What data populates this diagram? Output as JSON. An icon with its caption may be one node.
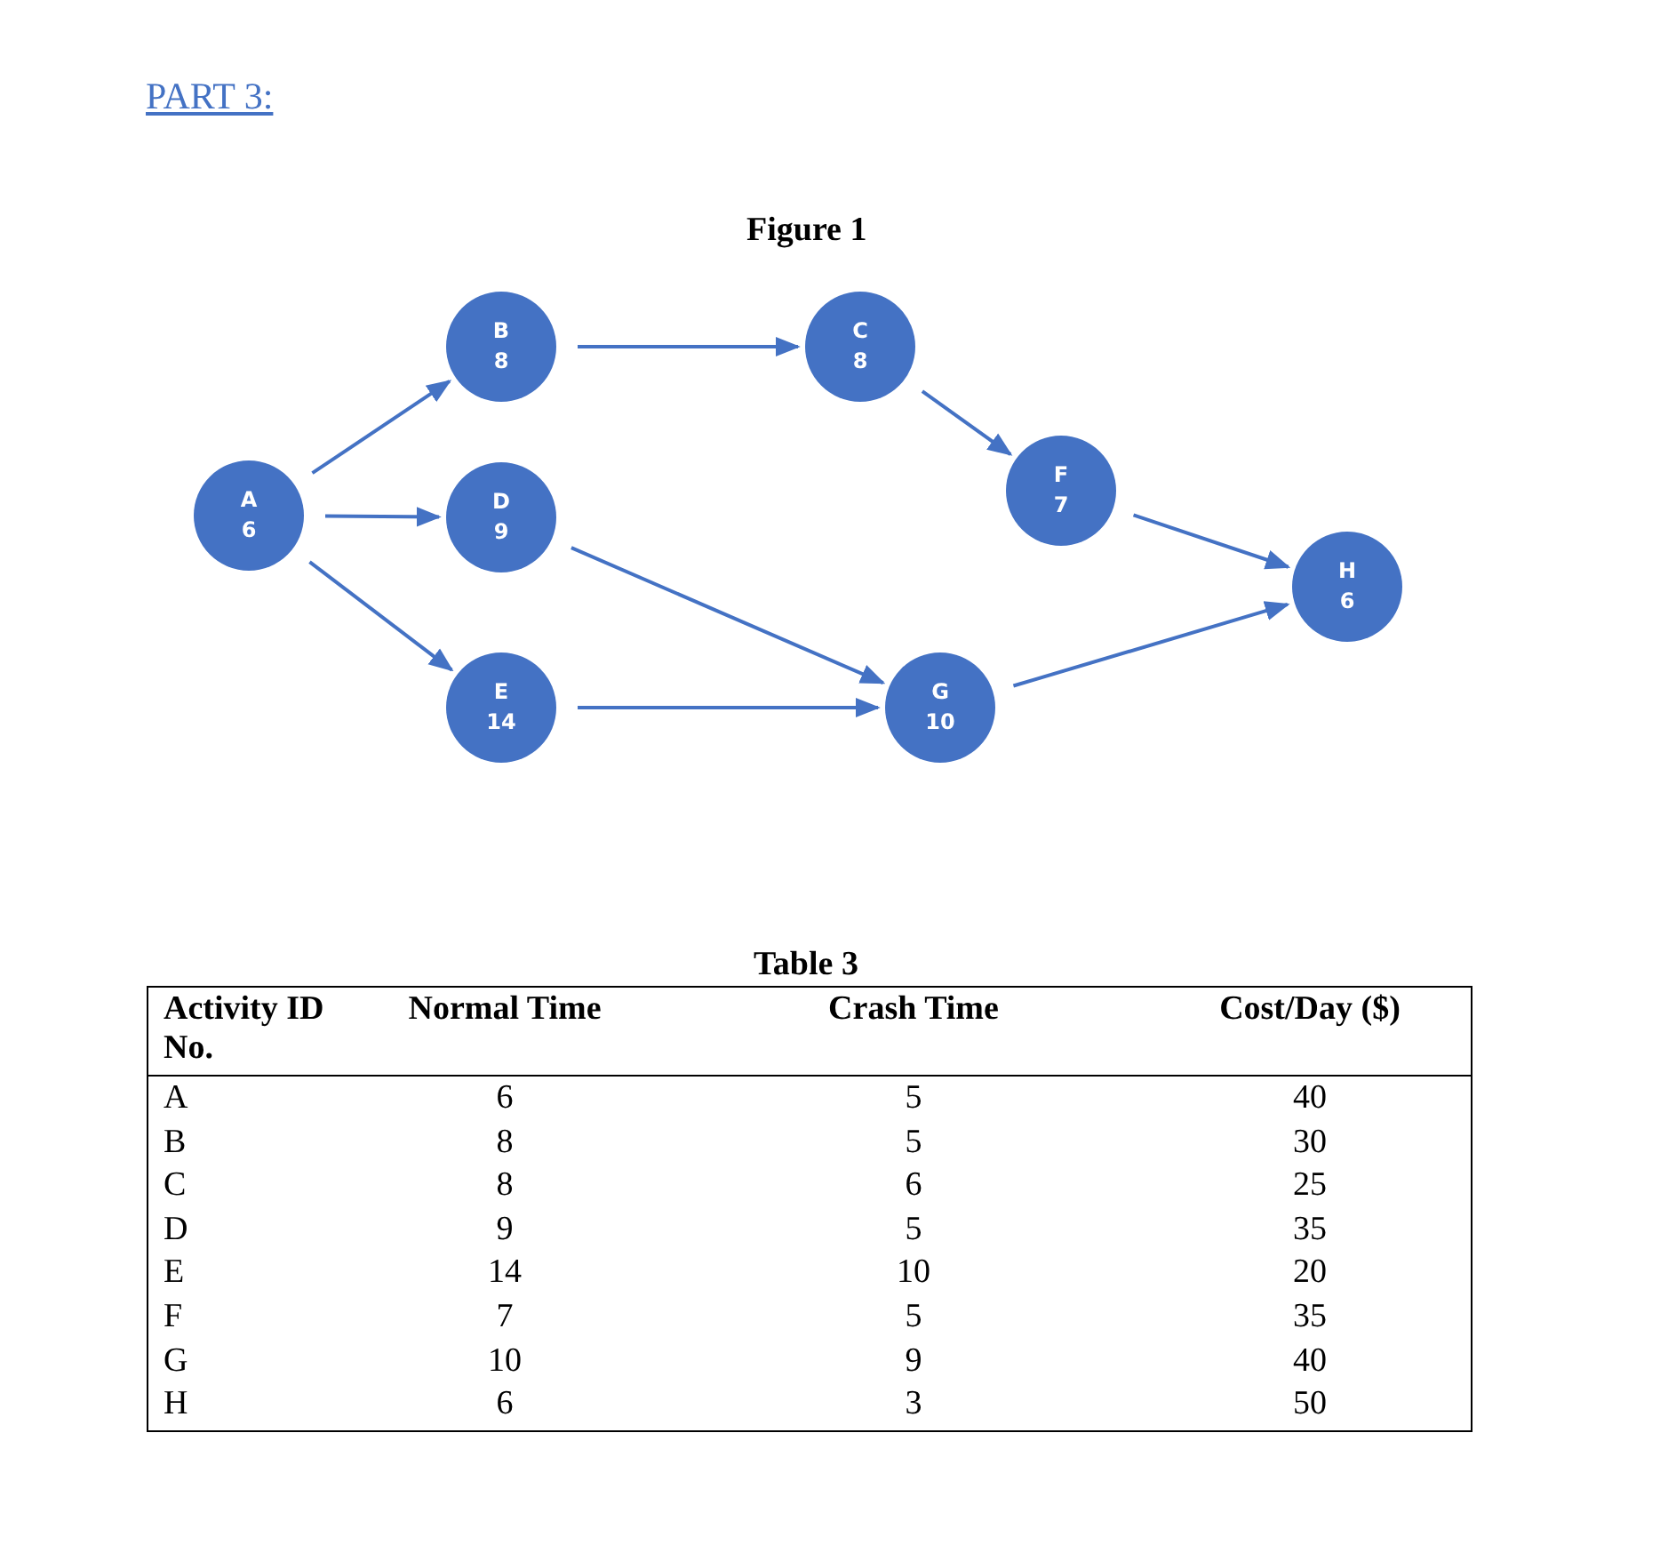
{
  "diagram": {
    "title": "PART 3:",
    "nodes": [
      {
        "text": [
          "A",
          "6"
        ]
      },
      {
        "text": [
          "B",
          "8"
        ]
      },
      {
        "text": [
          "C",
          "8"
        ]
      },
      {
        "text": [
          "D",
          "9"
        ]
      },
      {
        "text": [
          "F",
          "7"
        ]
      },
      {
        "text": [
          "H",
          "6"
        ]
      },
      {
        "text": [
          "E",
          "14"
        ]
      },
      {
        "text": [
          "G",
          "10"
        ]
      }
    ],
    "edges": [
      {
        "from": 0,
        "to": 1,
        "arrow": "to"
      },
      {
        "from": 0,
        "to": 3,
        "arrow": "to"
      },
      {
        "from": 0,
        "to": 6,
        "arrow": "to"
      },
      {
        "from": 1,
        "to": 2,
        "arrow": "to"
      },
      {
        "from": 2,
        "to": 4,
        "arrow": "to"
      },
      {
        "from": 3,
        "to": 7,
        "arrow": "to"
      },
      {
        "from": 6,
        "to": 7,
        "arrow": "to"
      },
      {
        "from": 4,
        "to": 5,
        "arrow": "to"
      },
      {
        "from": 7,
        "to": 5,
        "arrow": "to"
      }
    ],
    "labels": [
      "Figure 1",
      "Table 3",
      "Activity ID No.",
      "Normal Time",
      "Crash Time",
      "Cost/Day ($)",
      "A",
      "6",
      "5",
      "40",
      "B",
      "8",
      "5",
      "30",
      "C",
      "8",
      "6",
      "25",
      "D",
      "9",
      "5",
      "35",
      "E",
      "14",
      "10",
      "20",
      "F",
      "7",
      "5",
      "35",
      "G",
      "10",
      "9",
      "40",
      "H",
      "6",
      "3",
      "50"
    ]
  }
}
